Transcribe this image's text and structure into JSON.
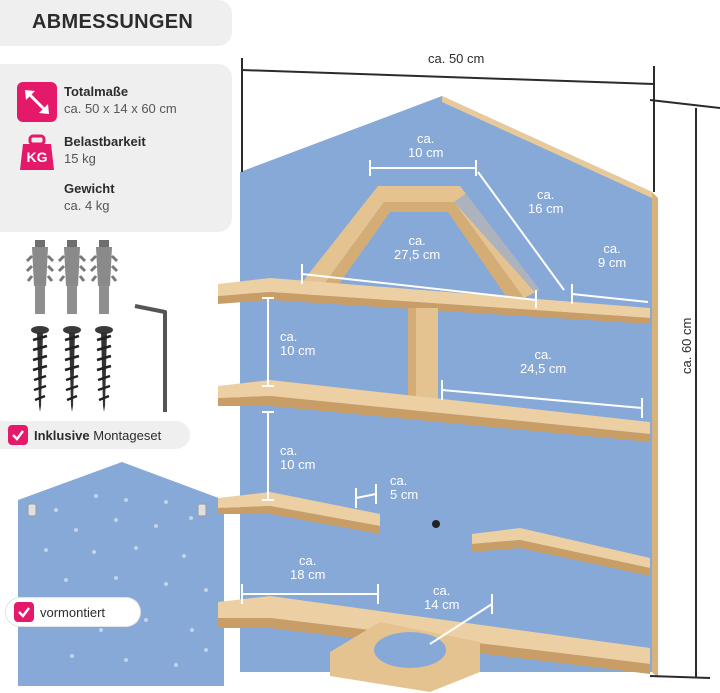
{
  "header": {
    "title": "ABMESSUNGEN"
  },
  "specs": [
    {
      "label": "Totalmaße",
      "value": "ca. 50 x 14 x 60 cm",
      "icon": "diagonal-arrow-icon"
    },
    {
      "label": "Belastbarkeit",
      "value": "15 kg",
      "icon": "kg-weight-icon",
      "icon_text": "KG"
    },
    {
      "label": "Gewicht",
      "value": "ca. 4 kg"
    }
  ],
  "included": {
    "bold": "Inklusive",
    "text": " Montageset"
  },
  "preassembled": {
    "text": "vormontiert"
  },
  "dimensions": {
    "width": "ca. 50 cm",
    "height": "ca. 60 cm",
    "roof_top_1": "ca.",
    "roof_top_2": "10 cm",
    "roof_side_1": "ca.",
    "roof_side_2": "16 cm",
    "roof_base_1": "ca.",
    "roof_base_2": "27,5 cm",
    "side_1": "ca.",
    "side_2": "9 cm",
    "gap1_1": "ca.",
    "gap1_2": "10 cm",
    "shelf_1": "ca.",
    "shelf_2": "24,5 cm",
    "gap2_1": "ca.",
    "gap2_2": "10 cm",
    "small_1": "ca.",
    "small_2": "5 cm",
    "bottom_1": "ca.",
    "bottom_2": "18 cm",
    "hole_1": "ca.",
    "hole_2": "14 cm"
  },
  "colors": {
    "accent": "#e4196a",
    "board": "#87a9d8",
    "wood": "#e8c99a",
    "panel": "#efefef"
  }
}
